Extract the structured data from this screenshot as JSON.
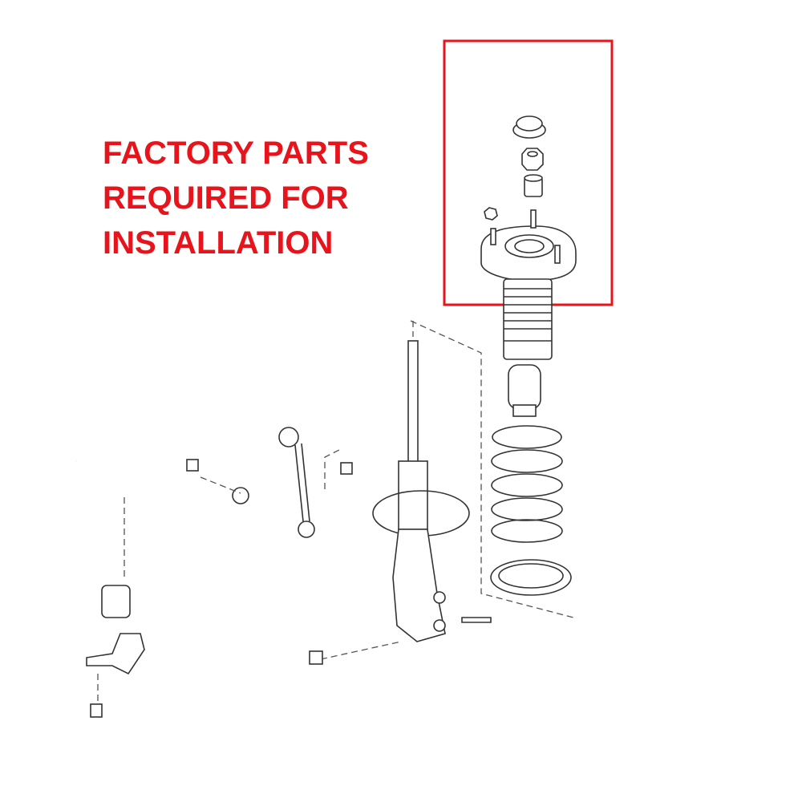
{
  "notice": {
    "lines": [
      "FACTORY PARTS",
      "REQUIRED FOR",
      "INSTALLATION"
    ],
    "color": "#e8141c"
  },
  "highlight_box_color": "#e8141c"
}
